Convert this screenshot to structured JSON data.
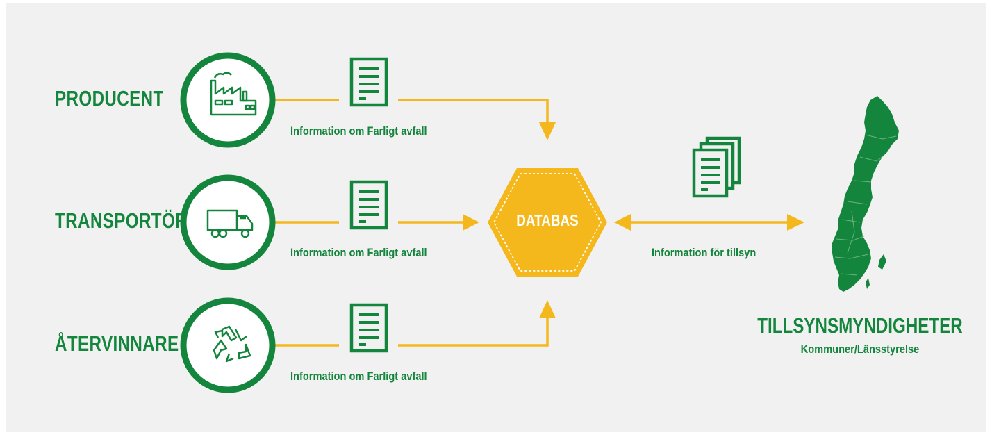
{
  "actors": [
    {
      "id": "producent",
      "label": "PRODUCENT",
      "icon": "factory-icon",
      "info": "Information om Farligt avfall"
    },
    {
      "id": "transportor",
      "label": "TRANSPORTÖR",
      "icon": "truck-icon",
      "info": "Information om Farligt avfall"
    },
    {
      "id": "atervinnare",
      "label": "ÅTERVINNARE",
      "icon": "recycle-icon",
      "info": "Information om Farligt avfall"
    }
  ],
  "database": {
    "label": "DATABAS"
  },
  "exchange": {
    "label": "Information för tillsyn",
    "icon": "document-stack-icon"
  },
  "authority": {
    "title": "TILLSYNSMYNDIGHETER",
    "subtitle": "Kommuner/Länsstyrelse",
    "icon": "sweden-map-icon"
  },
  "colors": {
    "green": "#14853c",
    "yellow": "#f4b81c",
    "background": "#f1f1f1"
  }
}
